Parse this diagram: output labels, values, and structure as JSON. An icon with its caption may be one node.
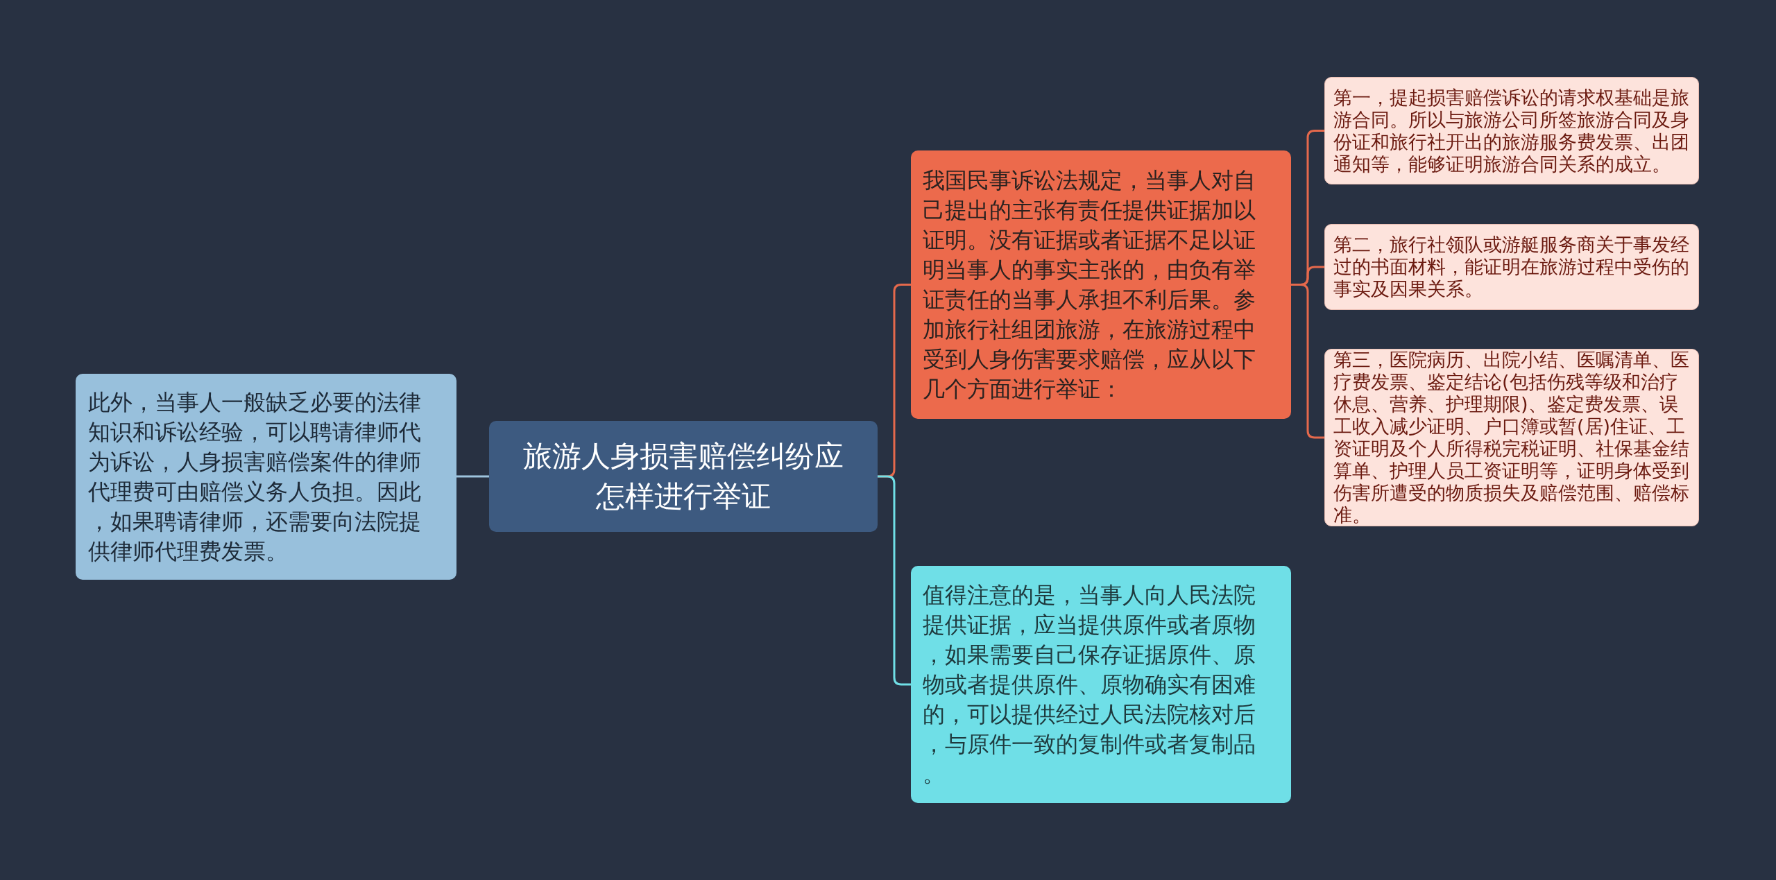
{
  "diagram": {
    "nodes": [
      {
        "text": [
          "旅游人身损害赔偿纠纷应怎样进行举证"
        ]
      },
      {
        "text": [
          "此外，当事人一般缺乏必要的法律知识和诉讼经验，可以聘请律师代为诉讼，人身损害赔偿案件的律师代理费可由赔偿义务人负担。因此，如果聘请律师，还需要向法院提供律师代理费发票。"
        ]
      },
      {
        "text": [
          "我国民事诉讼法规定，当事人对自己提出的主张有责任提供证据加以证明。没有证据或者证据不足以证明当事人的事实主张的，由负有举证责任的当事人承担不利后果。参加旅行社组团旅游，在旅游过程中受到人身伤害要求赔偿，应从以下几个方面进行举证："
        ]
      },
      {
        "text": [
          "第一，提起损害赔偿诉讼的请求权基础是旅游合同。所以与旅游公司所签旅游合同及身份证和旅行社开出的旅游服务费发票、出团通知等，能够证明旅游合同关系的成立。"
        ]
      },
      {
        "text": [
          "第二，旅行社领队或游艇服务商关于事发经过的书面材料，能证明在旅游过程中受伤的事实及因果关系。"
        ]
      },
      {
        "text": [
          "第三，医院病历、出院小结、医嘱清单、医疗费发票、鉴定结论(包括伤残等级和治疗休息、营养、护理期限)、鉴定费发票、误工收入减少证明、户口簿或暂(居)住证、工资证明及个人所得税完税证明、社保基金结算单、护理人员工资证明等，证明身体受到伤害所遭受的物质损失及赔偿范围、赔偿标准。"
        ]
      },
      {
        "text": [
          "值得注意的是，当事人向人民法院提供证据，应当提供原件或者原物，如果需要自己保存证据原件、原物或者提供原件、原物确实有困难的，可以提供经过人民法院核对后，与原件一致的复制件或者复制品。"
        ]
      }
    ],
    "edges": [
      {
        "from": 0,
        "to": 1,
        "arrow": "none",
        "color": "#9ec4dd"
      },
      {
        "from": 0,
        "to": 2,
        "arrow": "none"
      },
      {
        "from": 0,
        "to": 6,
        "arrow": "none",
        "color": "#70dfe6"
      },
      {
        "from": 2,
        "to": 3,
        "arrow": "none"
      },
      {
        "from": 2,
        "to": 4,
        "arrow": "none"
      },
      {
        "from": 2,
        "to": 5,
        "arrow": "none"
      }
    ]
  }
}
